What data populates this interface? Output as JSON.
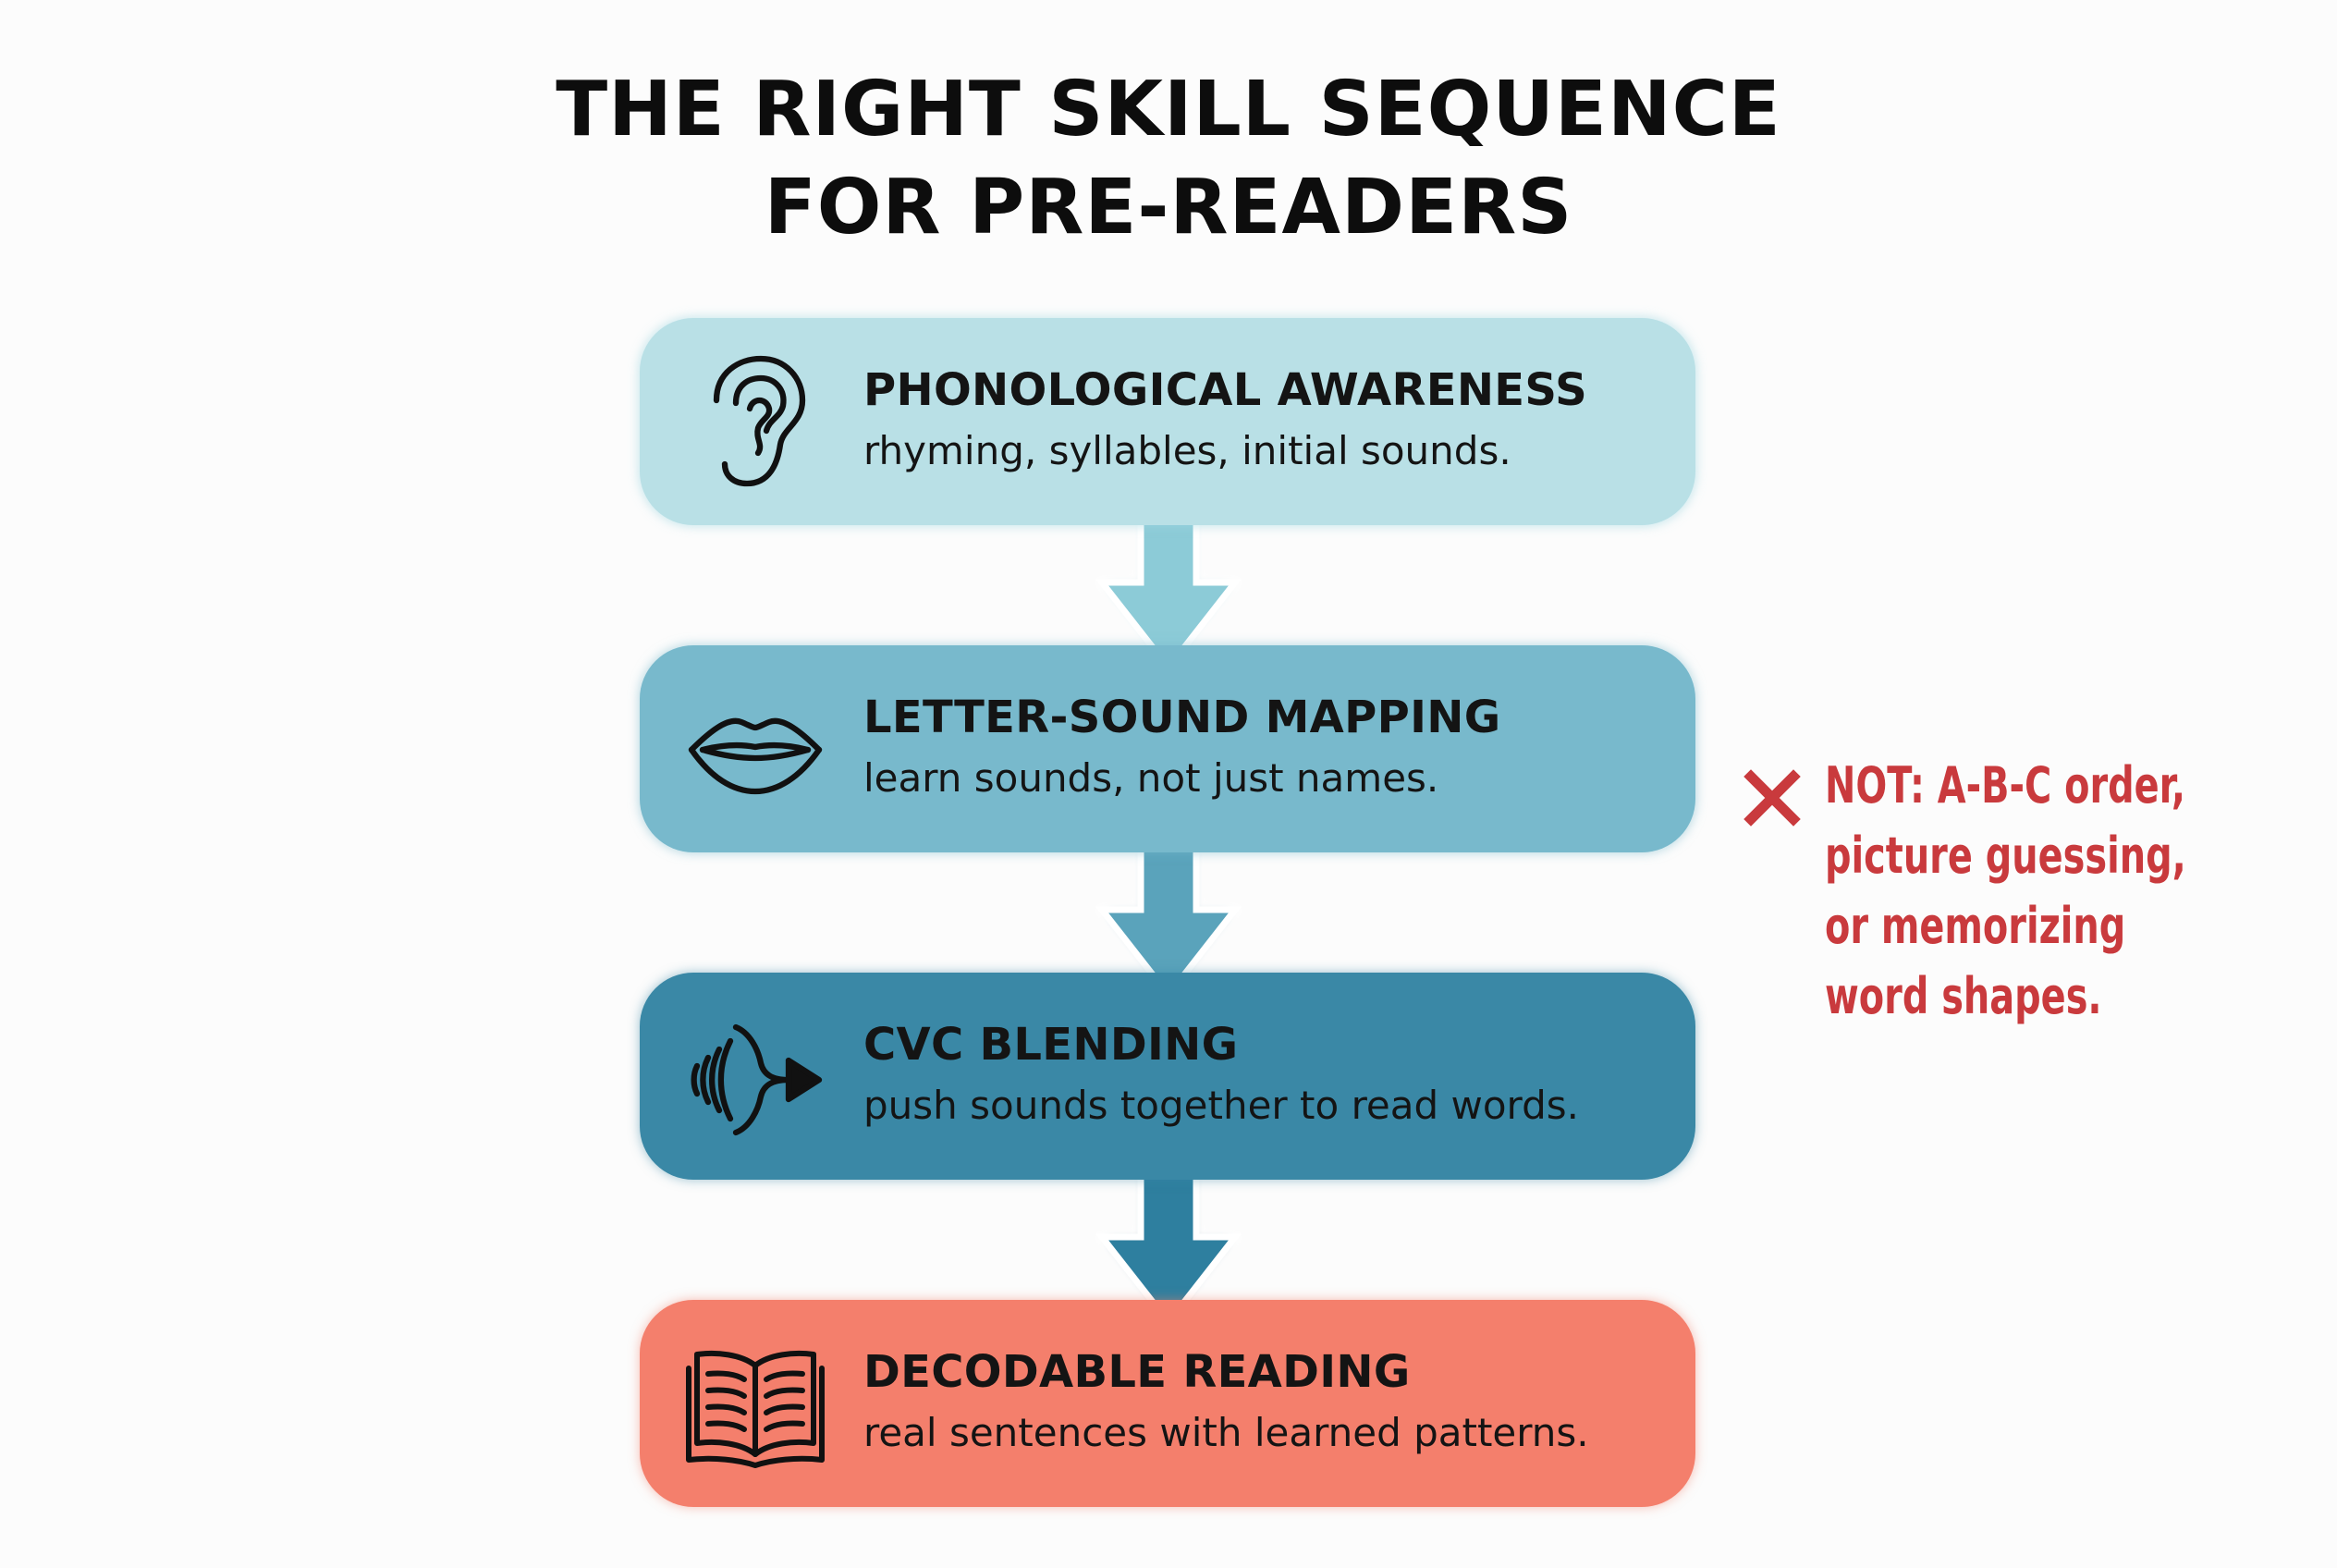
{
  "title": {
    "line1": "THE RIGHT SKILL SEQUENCE",
    "line2": "FOR PRE-READERS"
  },
  "steps": [
    {
      "title": "PHONOLOGICAL AWARENESS",
      "desc": "rhyming, syllables, initial sounds.",
      "icon": "ear-icon",
      "color": "#b9e0e6"
    },
    {
      "title": "LETTER-SOUND MAPPING",
      "desc": "learn sounds, not just names.",
      "icon": "lips-icon",
      "color": "#78b9cc"
    },
    {
      "title": "CVC BLENDING",
      "desc": "push sounds together to read words.",
      "icon": "sound-blend-arrow-icon",
      "color": "#3a88a6"
    },
    {
      "title": "DECODABLE READING",
      "desc": "real sentences with learned patterns.",
      "icon": "open-book-icon",
      "color": "#f47f6c"
    }
  ],
  "note": {
    "icon": "x-icon",
    "lines": [
      "NOT: A-B-C order,",
      "picture guessing,",
      "or memorizing",
      "word shapes."
    ],
    "color": "#c93a3d"
  }
}
